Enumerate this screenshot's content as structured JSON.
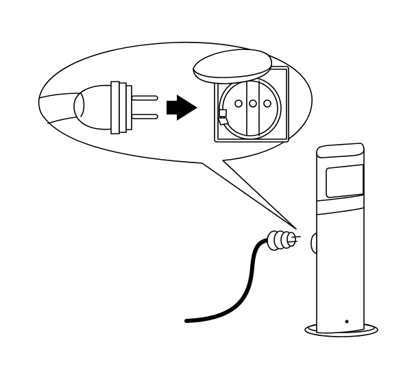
{
  "figure": {
    "subject": "plug-into-bollard-socket",
    "colors": {
      "line": "#000000",
      "background": "#ffffff"
    },
    "icons": [
      "callout-bubble",
      "plug-icon",
      "arrow-right-icon",
      "socket-icon",
      "bollard-light",
      "cable"
    ]
  }
}
